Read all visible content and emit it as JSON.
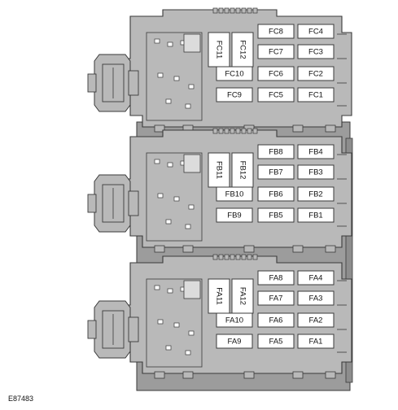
{
  "figure_id": "E87483",
  "colors": {
    "body": "#b9b9b9",
    "body_dark": "#9c9c9c",
    "outline": "#3a3a3a",
    "fuse_fill": "#ffffff",
    "text": "#111111"
  },
  "boxes": [
    {
      "id": "C",
      "vertical_fuses": [
        "FC11",
        "FC12"
      ],
      "fuse_grid": [
        [
          "",
          "FC8",
          "FC4"
        ],
        [
          "",
          "FC7",
          "FC3"
        ],
        [
          "FC10",
          "FC6",
          "FC2"
        ],
        [
          "FC9",
          "FC5",
          "FC1"
        ]
      ]
    },
    {
      "id": "B",
      "vertical_fuses": [
        "FB11",
        "FB12"
      ],
      "fuse_grid": [
        [
          "",
          "FB8",
          "FB4"
        ],
        [
          "",
          "FB7",
          "FB3"
        ],
        [
          "FB10",
          "FB6",
          "FB2"
        ],
        [
          "FB9",
          "FB5",
          "FB1"
        ]
      ]
    },
    {
      "id": "A",
      "vertical_fuses": [
        "FA11",
        "FA12"
      ],
      "fuse_grid": [
        [
          "",
          "FA8",
          "FA4"
        ],
        [
          "",
          "FA7",
          "FA3"
        ],
        [
          "FA10",
          "FA6",
          "FA2"
        ],
        [
          "FA9",
          "FA5",
          "FA1"
        ]
      ]
    }
  ]
}
